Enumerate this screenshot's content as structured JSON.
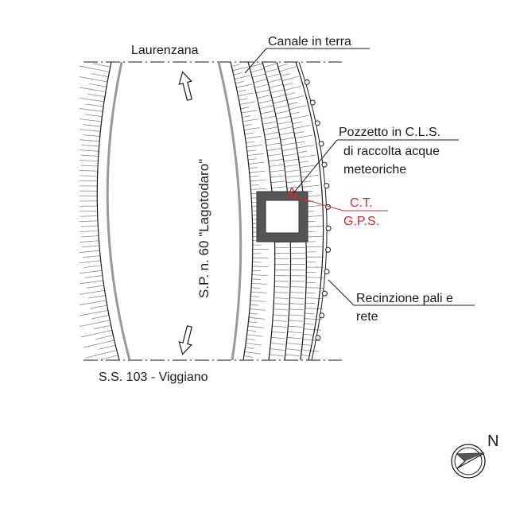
{
  "labels": {
    "top_road": "Laurenzana",
    "bottom_road": "S.S. 103 - Viggiano",
    "road_name": "S.P. n. 60 \"Lagotodaro\"",
    "canal": "Canale in terra",
    "well_line1": "Pozzetto in C.L.S.",
    "well_line2": "di raccolta acque",
    "well_line3": "meteoriche",
    "ct": "C.T.",
    "gps": "G.P.S.",
    "fence_line1": "Recinzione pali e",
    "fence_line2": "rete",
    "north": "N"
  },
  "colors": {
    "ink": "#1a1a1a",
    "hatch": "#8a8a8a",
    "road_edge": "#9a9a9a",
    "marker_red": "#d9282b",
    "concrete": "#555555"
  },
  "icons": {
    "arrow_up": "arrow-up-icon",
    "arrow_down": "arrow-down-icon",
    "north_arrow": "north-arrow-icon"
  }
}
